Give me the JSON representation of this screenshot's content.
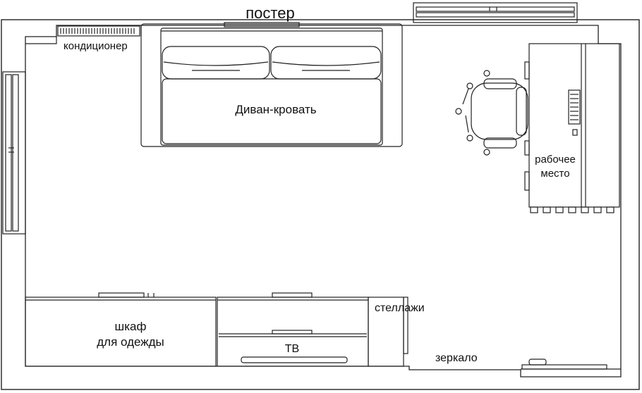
{
  "labels": {
    "poster": "постер",
    "air_conditioner": "кондиционер",
    "sofa_bed": "Диван-кровать",
    "workspace_line1": "рабочее",
    "workspace_line2": "место",
    "shelving": "стеллажи",
    "wardrobe_line1": "шкаф",
    "wardrobe_line2": "для одежды",
    "tv": "ТВ",
    "mirror": "зеркало"
  },
  "colors": {
    "line": "#222222",
    "wall_fill": "#ffffff",
    "background": "#ffffff"
  }
}
